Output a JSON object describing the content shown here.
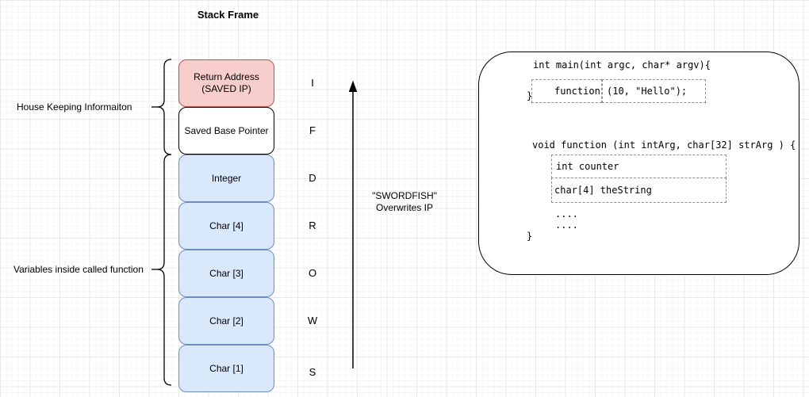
{
  "title": "Stack Frame",
  "colors": {
    "return_fill": "#f8cecc",
    "return_border": "#b85450",
    "variable_fill": "#dae8fc",
    "variable_border": "#6c8ebf",
    "plain_fill": "#ffffff",
    "plain_border": "#000000"
  },
  "stack": {
    "boxes": [
      {
        "label": "Return Address",
        "sublabel": "(SAVED IP)",
        "letter": "I"
      },
      {
        "label": "Saved Base Pointer",
        "letter": "F"
      },
      {
        "label": "Integer",
        "letter": "D"
      },
      {
        "label": "Char [4]",
        "letter": "R"
      },
      {
        "label": "Char [3]",
        "letter": "O"
      },
      {
        "label": "Char [2]",
        "letter": "W"
      },
      {
        "label": "Char [1]",
        "letter": "S"
      }
    ]
  },
  "annotations": {
    "housekeeping_label": "House Keeping Informaiton",
    "variables_label": "Variables inside called function",
    "overwrite_line1": "\"SWORDFISH\"",
    "overwrite_line2": "Overwrites IP"
  },
  "code": {
    "main_open": "int main(int argc, char* argv){",
    "call_name": "function",
    "call_args": "(10, \"Hello\");",
    "main_close": "}",
    "func_open": "void function (int intArg, char[32] strArg ) {",
    "var_int": "int counter",
    "var_char": "char[4] theString",
    "dots1": "....",
    "dots2": "....",
    "func_close": "}"
  }
}
